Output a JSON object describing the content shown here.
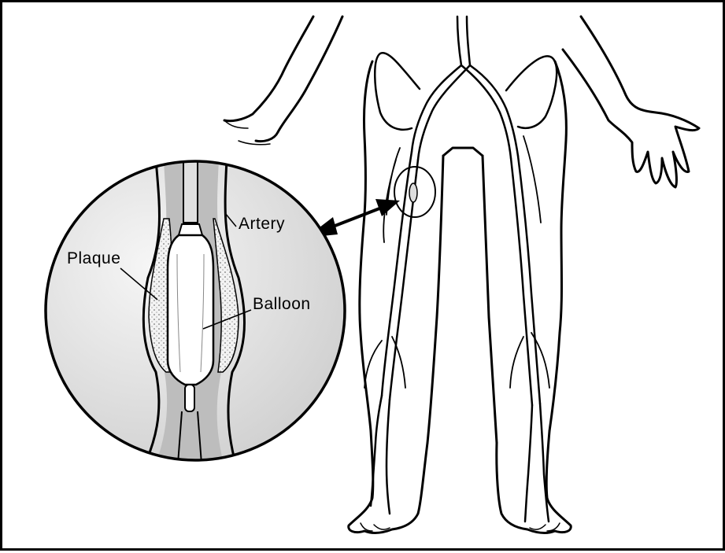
{
  "labels": {
    "artery": "Artery",
    "plaque": "Plaque",
    "balloon": "Balloon"
  },
  "colors": {
    "line": "#000000",
    "background": "#ffffff",
    "circle_fill": "#e4e4e4",
    "artery_inner": "#c8c8c8",
    "plaque_fill": "#f2f2f2",
    "balloon_fill": "#ffffff"
  }
}
